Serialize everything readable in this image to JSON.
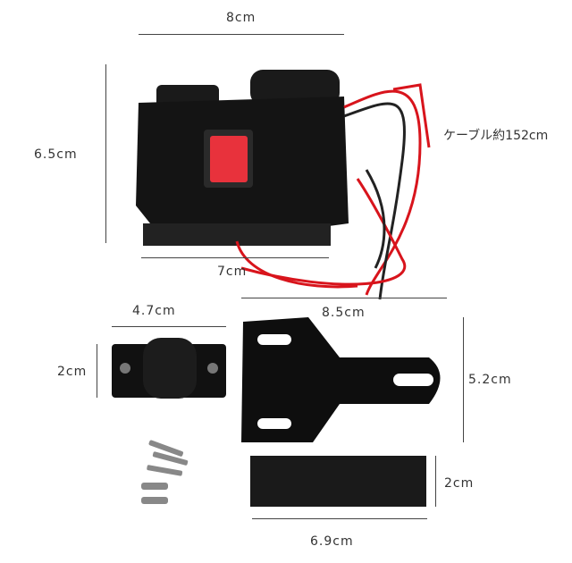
{
  "labels": {
    "top_width": "8cm",
    "height": "6.5cm",
    "bottom_width": "7cm",
    "cable": "ケーブル約152cm",
    "cable_span": "8.5cm",
    "clamp_width": "4.7cm",
    "clamp_height": "2cm",
    "bracket_height": "5.2cm",
    "pad_height": "2cm",
    "pad_width": "6.9cm"
  },
  "colors": {
    "switch": "#e8323c",
    "wire_red": "#d8141c",
    "body": "#111111"
  }
}
